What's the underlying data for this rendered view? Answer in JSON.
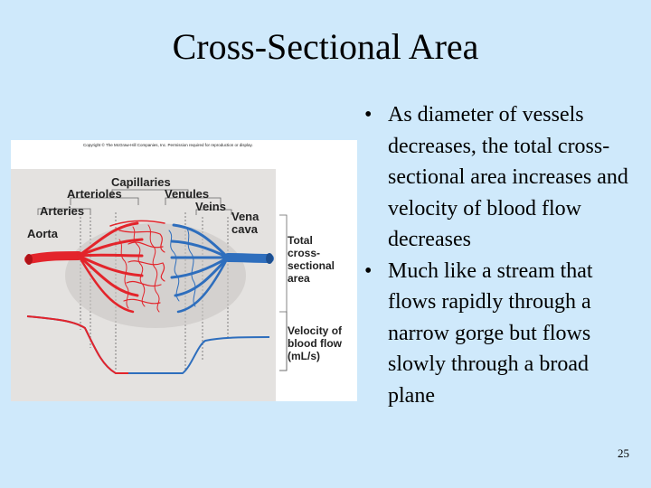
{
  "slide": {
    "title": "Cross-Sectional Area",
    "bullets": [
      "As diameter of vessels decreases, the total cross-sectional area increases and velocity of blood flow decreases",
      "Much like a stream that flows rapidly through a narrow gorge but flows slowly through a broad plane"
    ],
    "slide_number": "25"
  },
  "figure": {
    "copyright": "Copyright © The McGraw-Hill Companies, Inc. Permission required for reproduction or display.",
    "vessel_labels": {
      "capillaries": "Capillaries",
      "arterioles": "Arterioles",
      "venules": "Venules",
      "arteries": "Arteries",
      "veins": "Veins",
      "aorta": "Aorta",
      "vena_cava_1": "Vena",
      "vena_cava_2": "cava"
    },
    "area_label": [
      "Total",
      "cross-",
      "sectional",
      "area"
    ],
    "velocity_label": [
      "Velocity of",
      "blood flow",
      "(mL/s)"
    ],
    "colors": {
      "artery": "#e3242b",
      "vein": "#2e6ebd",
      "panel": "#e4e2e0"
    }
  }
}
